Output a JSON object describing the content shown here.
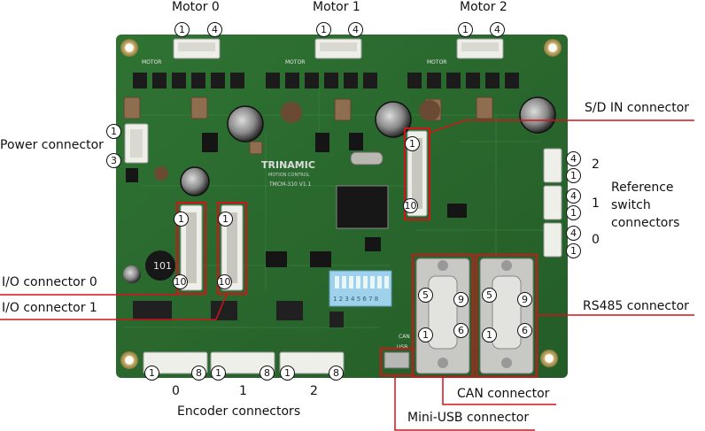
{
  "labels": {
    "motor0": "Motor 0",
    "motor1": "Motor 1",
    "motor2": "Motor 2",
    "power": "Power connector",
    "sd_in": "S/D IN connector",
    "reference": "Reference",
    "reference2": "switch",
    "reference3": "connectors",
    "io0": "I/O connector 0",
    "io1": "I/O connector 1",
    "rs485": "RS485 connector",
    "can": "CAN connector",
    "miniusb": "Mini-USB connector",
    "encoder": "Encoder connectors"
  },
  "encoder_numbers": [
    "0",
    "1",
    "2"
  ],
  "reference_numbers": [
    "2",
    "1",
    "0"
  ],
  "pins": {
    "one": "1",
    "three": "3",
    "four": "4",
    "five": "5",
    "six": "6",
    "eight": "8",
    "nine": "9",
    "ten": "10"
  },
  "board_text": {
    "brand": "TRINAMIC",
    "brand_sub": "MOTION CONTROL",
    "model": "TMCM-310 V1.1",
    "inductor": "101",
    "motor_silk": "MOTOR",
    "can_silk": "CAN",
    "usb_silk": "USB",
    "dip_numbers": "1 2 3 4 5 6 7 8"
  },
  "colors": {
    "pcb": "#2b6a2f",
    "pcb_dark": "#1f5224",
    "highlight": "#d0141a",
    "connector": "#efefe9"
  }
}
